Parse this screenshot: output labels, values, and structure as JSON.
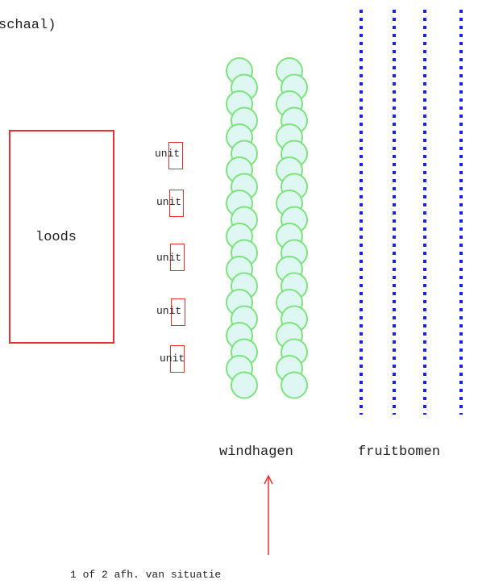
{
  "title": "schaal)",
  "building": {
    "label": "loods"
  },
  "units": [
    {
      "label": "unit"
    },
    {
      "label": "unit"
    },
    {
      "label": "unit"
    },
    {
      "label": "unit"
    },
    {
      "label": "unit"
    }
  ],
  "windbreaks": {
    "label": "windhagen",
    "rows": 2
  },
  "fruit_trees": {
    "label": "fruitbomen",
    "rows": 4
  },
  "arrow_note": "1 of 2 afh. van situatie",
  "colors": {
    "building_outline": "#e8312f",
    "hedge_stroke": "#7ee27e",
    "hedge_fill": "#dff7f3",
    "fruit_dots": "#1a22e6",
    "arrow": "#e8312f"
  }
}
